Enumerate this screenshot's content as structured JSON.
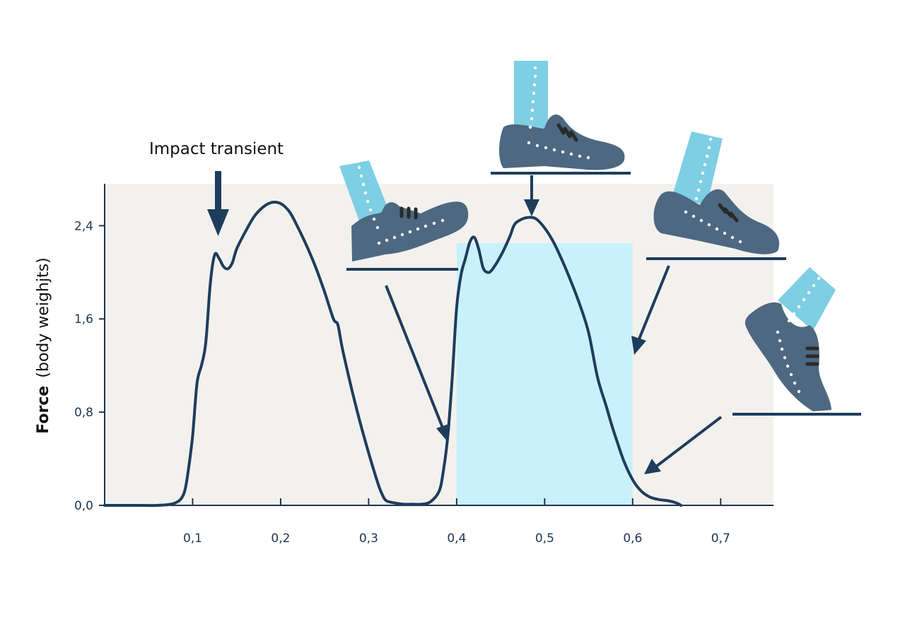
{
  "chart_data": {
    "type": "line",
    "title": "",
    "xlabel": "",
    "ylabel_bold": "Force",
    "ylabel_rest": "(body weighjts)",
    "xlim": [
      0.0,
      0.76
    ],
    "ylim": [
      0.0,
      2.76
    ],
    "x_ticks": [
      "0,1",
      "0,2",
      "0,3",
      "0,4",
      "0,5",
      "0,6",
      "0,7"
    ],
    "x_tick_values": [
      0.1,
      0.2,
      0.3,
      0.4,
      0.5,
      0.6,
      0.7
    ],
    "y_ticks": [
      "0,0",
      "0,8",
      "1,6",
      "2,4"
    ],
    "y_tick_values": [
      0.0,
      0.8,
      1.6,
      2.4
    ],
    "grid": false,
    "highlight_region": {
      "x": [
        0.4,
        0.6
      ],
      "y_top": 2.25,
      "color": "#c9f1fb"
    },
    "series": [
      {
        "name": "",
        "color": "#1e3d5c",
        "x": [
          0.0,
          0.04,
          0.06,
          0.08,
          0.09,
          0.095,
          0.1,
          0.105,
          0.11,
          0.115,
          0.12,
          0.125,
          0.13,
          0.135,
          0.14,
          0.145,
          0.15,
          0.16,
          0.17,
          0.18,
          0.19,
          0.2,
          0.21,
          0.22,
          0.23,
          0.24,
          0.25,
          0.26,
          0.265,
          0.27,
          0.28,
          0.29,
          0.3,
          0.31,
          0.315,
          0.32,
          0.33,
          0.34,
          0.35,
          0.36,
          0.37,
          0.38,
          0.385,
          0.39,
          0.395,
          0.4,
          0.405,
          0.41,
          0.415,
          0.42,
          0.425,
          0.43,
          0.435,
          0.44,
          0.45,
          0.46,
          0.465,
          0.47,
          0.48,
          0.49,
          0.5,
          0.51,
          0.52,
          0.53,
          0.54,
          0.55,
          0.56,
          0.57,
          0.575,
          0.58,
          0.59,
          0.6,
          0.61,
          0.62,
          0.63,
          0.64,
          0.65,
          0.655
        ],
        "y": [
          0.0,
          0.0,
          0.0,
          0.02,
          0.1,
          0.3,
          0.6,
          1.05,
          1.2,
          1.4,
          1.9,
          2.15,
          2.12,
          2.05,
          2.03,
          2.08,
          2.2,
          2.35,
          2.48,
          2.56,
          2.6,
          2.59,
          2.52,
          2.38,
          2.22,
          2.04,
          1.83,
          1.6,
          1.55,
          1.35,
          1.02,
          0.72,
          0.45,
          0.2,
          0.1,
          0.04,
          0.02,
          0.01,
          0.01,
          0.01,
          0.03,
          0.12,
          0.3,
          0.6,
          1.1,
          1.7,
          1.98,
          2.12,
          2.26,
          2.3,
          2.2,
          2.04,
          2.0,
          2.02,
          2.14,
          2.3,
          2.4,
          2.44,
          2.47,
          2.46,
          2.38,
          2.26,
          2.1,
          1.92,
          1.72,
          1.48,
          1.1,
          0.85,
          0.72,
          0.6,
          0.38,
          0.22,
          0.12,
          0.07,
          0.05,
          0.04,
          0.02,
          0.0
        ]
      }
    ],
    "annotations": [
      {
        "text": "Impact transient",
        "x": 0.13,
        "y": 2.11
      }
    ],
    "illustrations": [
      {
        "name": "heel-strike",
        "points_to": [
          0.39,
          0.55
        ]
      },
      {
        "name": "mid-stance",
        "points_to": [
          0.48,
          2.48
        ]
      },
      {
        "name": "toe-roll",
        "points_to": [
          0.6,
          1.28
        ]
      },
      {
        "name": "toe-off",
        "points_to": [
          0.61,
          0.27
        ]
      }
    ]
  },
  "colors": {
    "background_panel": "#f3f1ee",
    "axis": "#1f3550",
    "curve": "#1e3d5c",
    "highlight": "#c9f1fb",
    "shoe": "#4d6880",
    "sock": "#7ecfe3",
    "lace": "#2a2a2a"
  }
}
